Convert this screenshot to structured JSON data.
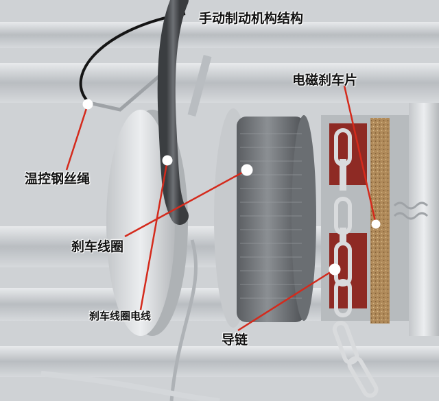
{
  "title": "手动制动机构结构",
  "labels": {
    "brake_pad": "电磁刹车片",
    "temp_cable": "温控钢丝绳",
    "brake_coil": "刹车线圈",
    "coil_wire": "刹车线圈电线",
    "guide_chain": "导链"
  },
  "colors": {
    "leader_line": "#d42a1c",
    "marker_dot": "#ffffff",
    "brake_block": "#8e2a24",
    "friction_pad": "#b08a5a"
  }
}
